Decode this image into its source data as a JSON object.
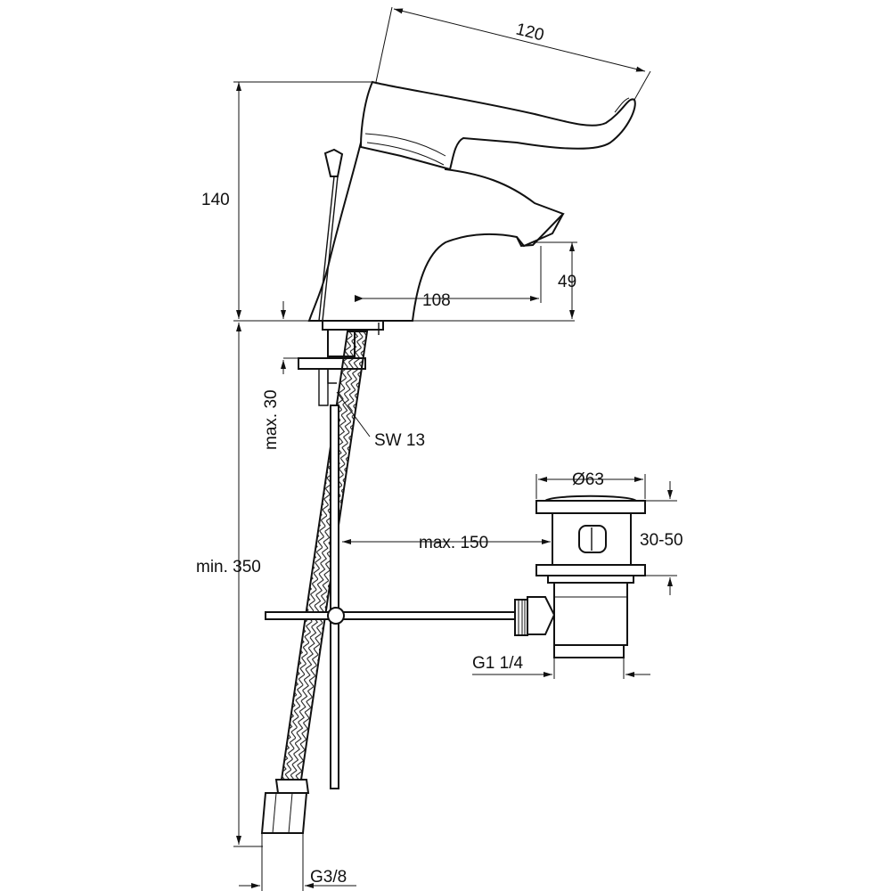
{
  "dimensions": {
    "width_120": "120",
    "height_140": "140",
    "spout_108": "108",
    "spout_height_49": "49",
    "max_30": "max. 30",
    "wrench_size": "SW 13",
    "bore_63": "Ø63",
    "range_30_50": "30-50",
    "reach_150": "max. 150",
    "min_350": "min. 350",
    "waste_thread": "G1 1/4",
    "hose_thread": "G3/8"
  }
}
